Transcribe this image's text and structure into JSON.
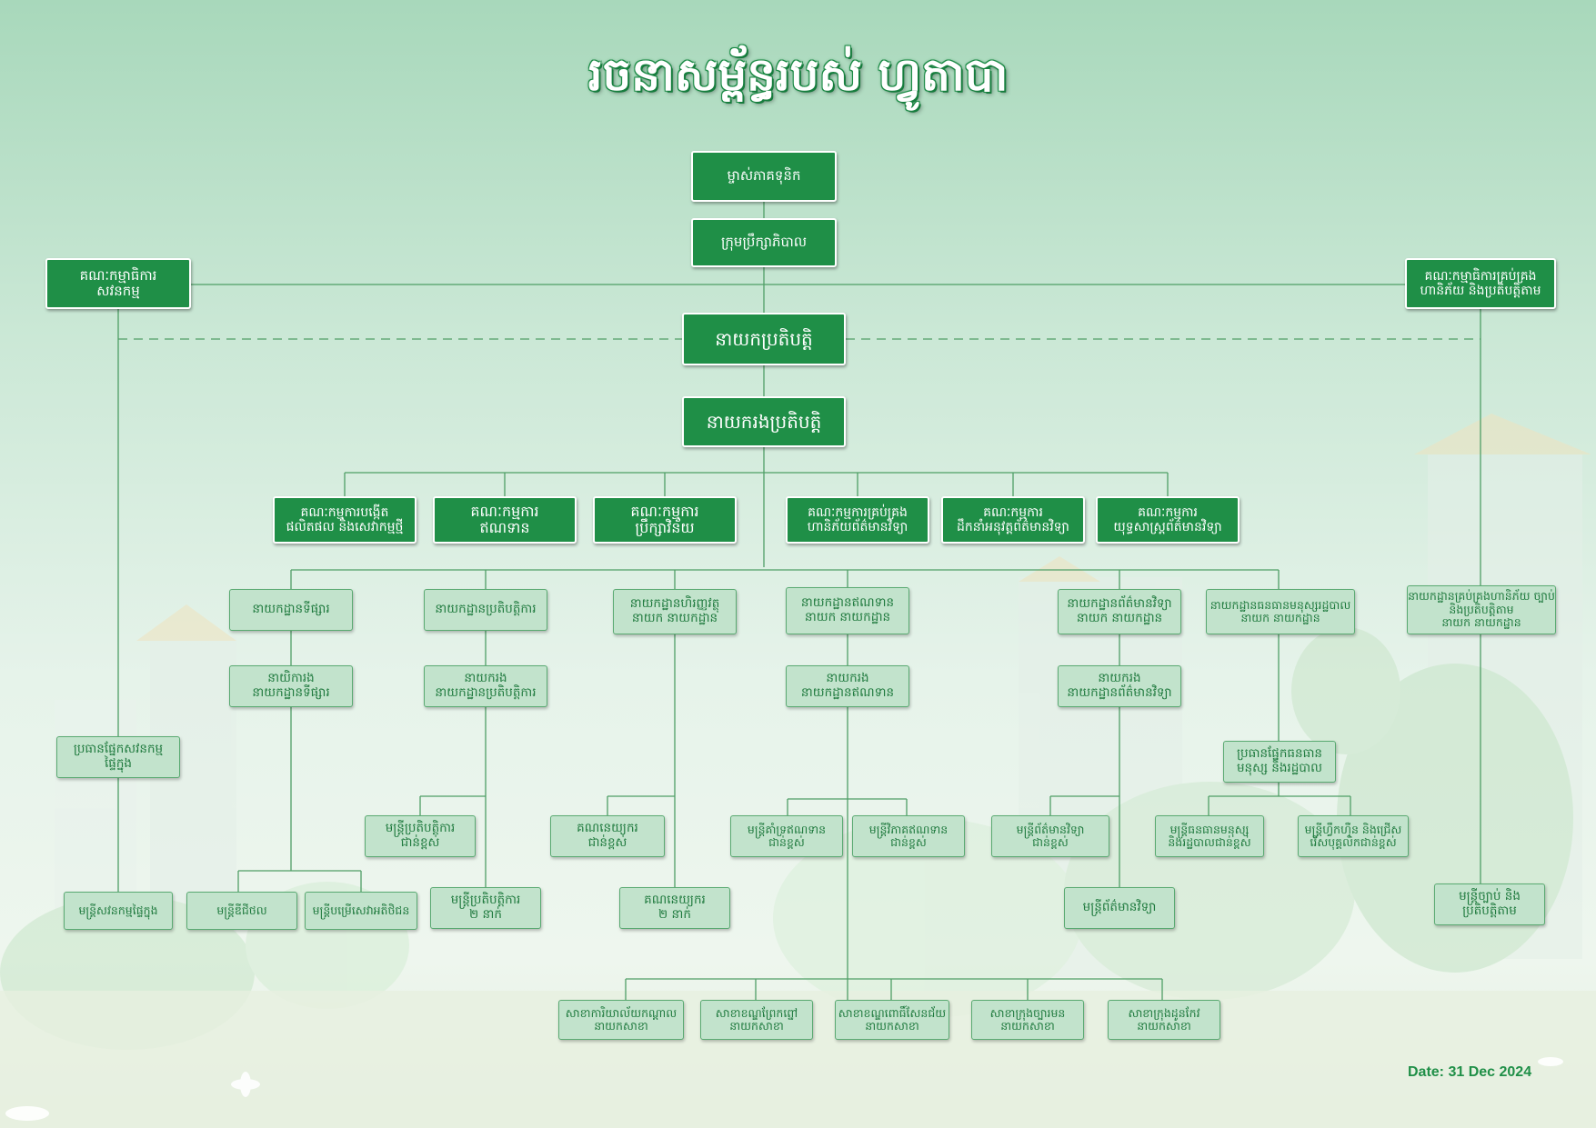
{
  "title": "រចនាសម្ព័ន្ធរបស់ ហ្វូតាបា",
  "date": "Date:  31 Dec 2024",
  "colors": {
    "dark_box": "#1f8f47",
    "light_box": "#c2e3cc",
    "light_text": "#1f7a3e",
    "connector": "#4f9e66",
    "background_top": "#a8d8bb",
    "background_bottom": "#eef6ee"
  },
  "nodes": {
    "owner": [
      "ម្ចាស់ភាគទុនិក"
    ],
    "board": [
      "ក្រុមប្រឹក្សាភិបាល"
    ],
    "audit_committee": [
      "គណៈកម្មាធិការ",
      "សវនកម្ម"
    ],
    "risk_committee": [
      "គណៈកម្មាធិការគ្រប់គ្រង",
      "ហានិភ័យ និងប្រតិបត្តិតាម"
    ],
    "ceo": [
      "នាយកប្រតិបត្តិ"
    ],
    "deputy_ceo": [
      "នាយករងប្រតិបត្តិ"
    ],
    "comm_product": [
      "គណៈកម្មការបង្កើត",
      "ផលិតផល និងសេវាកម្មថ្មី"
    ],
    "comm_credit": [
      "គណៈកម្មការ",
      "ឥណទាន"
    ],
    "comm_advisory": [
      "គណៈកម្មការ",
      "ប្រឹក្សាវិន័យ"
    ],
    "comm_it_risk": [
      "គណៈកម្មការគ្រប់គ្រង",
      "ហានិភ័យព័ត៌មានវិទ្យា"
    ],
    "comm_it_steer": [
      "គណៈកម្មការ",
      "ដឹកនាំអនុវត្តព័ត៌មានវិទ្យា"
    ],
    "comm_it_strategy": [
      "គណៈកម្មការ",
      "យុទ្ធសាស្ត្រព័ត៌មានវិទ្យា"
    ],
    "dept_marketing": [
      "នាយកដ្ឋានទីផ្សារ"
    ],
    "dept_operations": [
      "នាយកដ្ឋានប្រតិបត្តិការ"
    ],
    "dept_finance": [
      "នាយកដ្ឋានហិរញ្ញវត្ថុ",
      "នាយក នាយកដ្ឋាន"
    ],
    "dept_credit": [
      "នាយកដ្ឋានឥណទាន",
      "នាយក នាយកដ្ឋាន"
    ],
    "dept_it": [
      "នាយកដ្ឋានព័ត៌មានវិទ្យា",
      "នាយក នាយកដ្ឋាន"
    ],
    "dept_hr": [
      "នាយកដ្ឋានធនធានមនុស្សរដ្ឋបាល",
      "នាយក នាយកដ្ឋាន"
    ],
    "dept_risk": [
      "នាយកដ្ឋានគ្រប់គ្រងហានិភ័យ ច្បាប់",
      "និងប្រតិបត្តិតាម",
      "នាយក នាយកដ្ឋាន"
    ],
    "dep_marketing": [
      "នាយិការង",
      "នាយកដ្ឋានទីផ្សារ"
    ],
    "dep_operations": [
      "នាយករង",
      "នាយកដ្ឋានប្រតិបត្តិការ"
    ],
    "dep_credit": [
      "នាយករង",
      "នាយកដ្ឋានឥណទាន"
    ],
    "dep_it": [
      "នាយករង",
      "នាយកដ្ឋានព័ត៌មានវិទ្យា"
    ],
    "head_internal_audit": [
      "ប្រធានផ្នែកសវនកម្ម",
      "ផ្ទៃក្នុង"
    ],
    "head_hr": [
      "ប្រធានផ្នែកធនធាន",
      "មនុស្ស និងរដ្ឋបាល"
    ],
    "sr_ops_officer": [
      "មន្ត្រីប្រតិបត្តិការ",
      "ជាន់ខ្ពស់"
    ],
    "sr_accountant": [
      "គណនេយ្យករ",
      "ជាន់ខ្ពស់"
    ],
    "sr_credit_officer": [
      "មន្ត្រីគាំទ្រឥណទាន",
      "ជាន់ខ្ពស់"
    ],
    "sr_credit_analyst": [
      "មន្ត្រីវិភាគឥណទាន",
      "ជាន់ខ្ពស់"
    ],
    "sr_it_officer": [
      "មន្ត្រីព័ត៌មានវិទ្យា",
      "ជាន់ខ្ពស់"
    ],
    "sr_hr_officer": [
      "មន្ត្រីធនធានមនុស្ស",
      "និងរដ្ឋបាលជាន់ខ្ពស់"
    ],
    "sr_recruit_officer": [
      "មន្ត្រីហ្វឹកហ៊ឺន និងជ្រើស",
      "រើសបុគ្គលិកជាន់ខ្ពស់"
    ],
    "internal_auditor": [
      "មន្ត្រីសវនកម្មផ្ទៃក្នុង"
    ],
    "digital_officer": [
      "មន្ត្រីឌីជីថល"
    ],
    "cs_officer": [
      "មន្ត្រីបម្រើសេវាអតិថិជន"
    ],
    "ops_officer_2": [
      "មន្ត្រីប្រតិបត្តិការ",
      "២ នាក់"
    ],
    "accountant_2": [
      "គណនេយ្យករ",
      "២ នាក់"
    ],
    "it_officer": [
      "មន្ត្រីព័ត៌មានវិទ្យា"
    ],
    "legal_officer": [
      "មន្ត្រីច្បាប់ និង",
      "ប្រតិបត្តិតាម"
    ],
    "branch_1": [
      "សាខាការិយាល័យកណ្តាល",
      "នាយកសាខា"
    ],
    "branch_2": [
      "សាខាខណ្ឌព្រែកព្នៅ",
      "នាយកសាខា"
    ],
    "branch_3": [
      "សាខាខណ្ឌពោធិ៍សែនជ័យ",
      "នាយកសាខា"
    ],
    "branch_4": [
      "សាខាក្រុងច្បារមន",
      "នាយកសាខា"
    ],
    "branch_5": [
      "សាខាក្រុងដូនកែវ",
      "នាយកសាខា"
    ]
  }
}
